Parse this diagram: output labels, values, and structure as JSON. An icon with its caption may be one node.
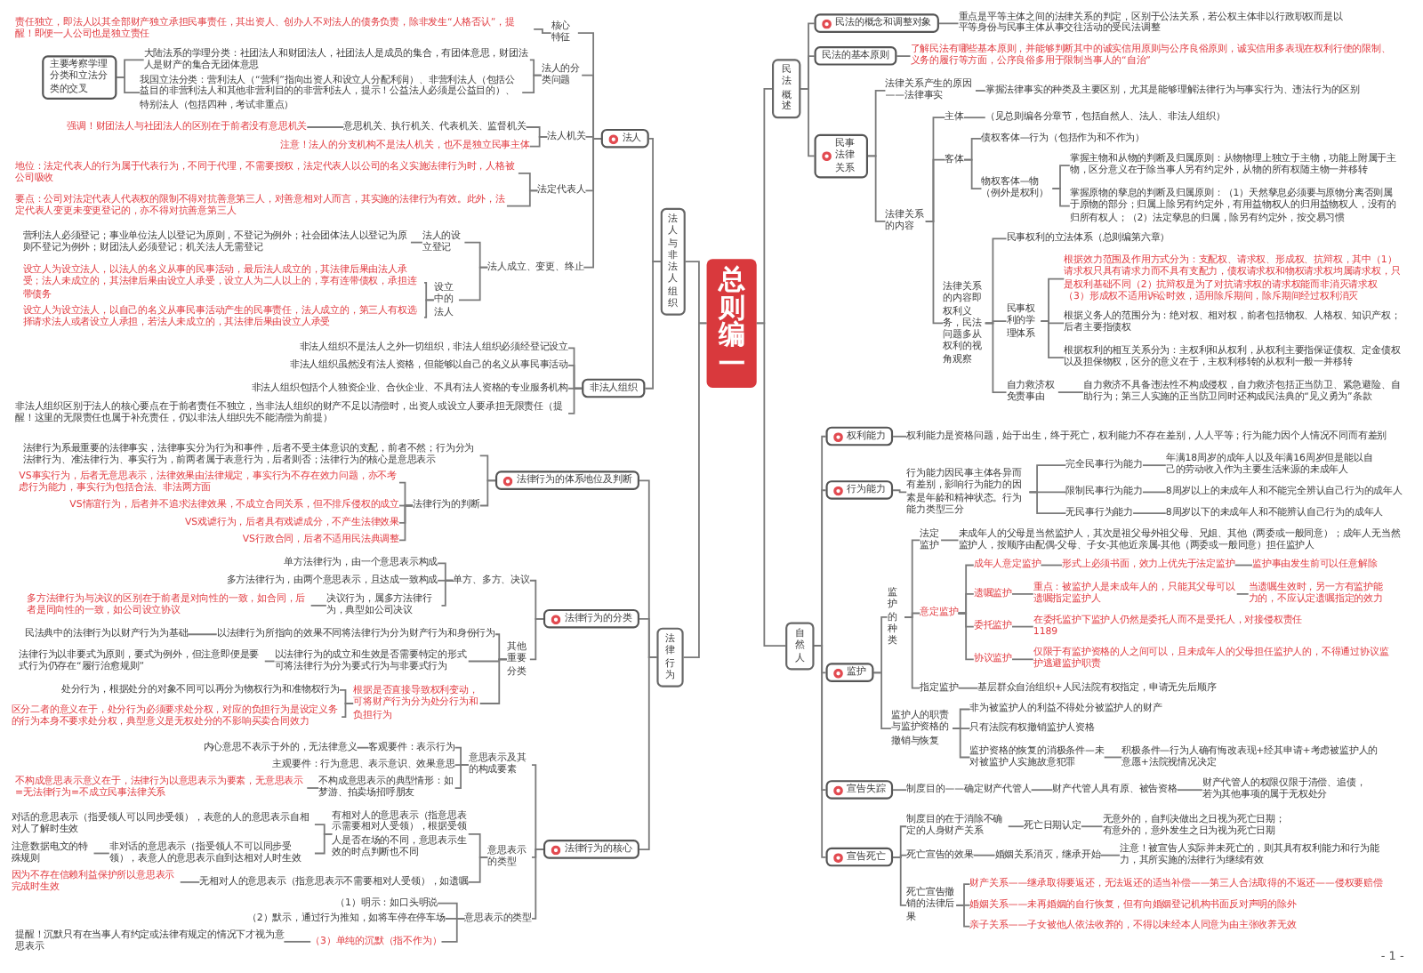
{
  "diagram": {
    "nodes": [
      {
        "text": [
          "总则编一"
        ]
      },
      {
        "text": [
          "民法概述"
        ]
      },
      {
        "text": [
          "民法的概念和调整对象"
        ]
      },
      {
        "text": [
          "重点是平等主体之间的法律关系的判定，区别于公法关系，若公权主体非以行政职权而是以平等身份与民事主体从事交往活动的受民法调整"
        ]
      },
      {
        "text": [
          "民法的基本原则"
        ]
      },
      {
        "text": [
          "了解民法有哪些基本原则，并能够判断其中的诚实信用原则与公序良俗原则，诚实信用多表现在权利行使的限制、义务的履行等方面，公序良俗多用于限制当事人的“自治”"
        ]
      },
      {
        "text": [
          "民事法律关系"
        ]
      },
      {
        "text": [
          "法律关系产生的原因——法律事实"
        ]
      },
      {
        "text": [
          "掌握法律事实的种类及主要区别，尤其是能够理解法律行为与事实行为、违法行为的区别"
        ]
      },
      {
        "text": [
          "法律关系的内容"
        ]
      },
      {
        "text": [
          "主体"
        ]
      },
      {
        "text": [
          "（见总则编各分章节，包括自然人、法人、非法人组织）"
        ]
      },
      {
        "text": [
          "客体"
        ]
      },
      {
        "text": [
          "债权客体—行为（包括作为和不作为）"
        ]
      },
      {
        "text": [
          "物权客体—物（例外是权利）"
        ]
      },
      {
        "text": [
          "掌握主物和从物的判断及归属原则：从物物理上独立于主物，功能上附属于主物，区分意义在于除当事人另有约定外，从物的所有权随主物一并移转"
        ]
      },
      {
        "text": [
          "掌握原物的孳息的判断及归属原则：（1）天然孳息必须要与原物分离否则属于原物的部分；归属上除另有约定外，有用益物权人的归用益物权人，没有的归所有权人；（2）法定孳息的归属，除另有约定外，按交易习惯"
        ]
      },
      {
        "text": [
          "法律关系的内容即权利义务，民法问题多从权利的视角观察"
        ]
      },
      {
        "text": [
          "民事权利的立法体系（总则编第六章）"
        ]
      },
      {
        "text": [
          "民事权利的学理体系"
        ]
      },
      {
        "text": [
          "根据效力范围及作用方式分为：支配权、请求权、形成权、抗辩权，其中（1）请求权只具有请求力而不具有支配力，债权请求权和物权请求权均属请求权，只是权利基础不同（2）抗辩权是为了对抗请求权的请求权能而非消灭请求权（3）形成权不适用诉讼时效，适用除斥期间，除斥期间经过权利消灭"
        ]
      },
      {
        "text": [
          "根据义务人的范围分为：绝对权、相对权，前者包括物权、人格权、知识产权；后者主要指债权"
        ]
      },
      {
        "text": [
          "根据权利的相互关系分为：主权利和从权利，从权利主要指保证债权、定金债权以及担保物权，区分的意义在于，主权利移转的从权利一般一并移转"
        ]
      },
      {
        "text": [
          "自力救济权免责事由"
        ]
      },
      {
        "text": [
          "自力救济不具备违法性不构成侵权，自力救济包括正当防卫、紧急避险、自助行为；第三人实施的正当防卫同时还构成民法典的“见义勇为”条款"
        ]
      },
      {
        "text": [
          "自然人"
        ]
      },
      {
        "text": [
          "权利能力"
        ]
      },
      {
        "text": [
          "权利能力是资格问题，始于出生，终于死亡，权利能力不存在差别，人人平等；行为能力因个人情况不同而有差别"
        ]
      },
      {
        "text": [
          "行为能力"
        ]
      },
      {
        "text": [
          "行为能力因民事主体各异而有差别，影响行为能力的因素是年龄和精神状态。行为能力类型三分"
        ]
      },
      {
        "text": [
          "完全民事行为能力"
        ]
      },
      {
        "text": [
          "年满18周岁的成年人以及年满16周岁但是能以自己的劳动收入作为主要生活来源的未成年人"
        ]
      },
      {
        "text": [
          "限制民事行为能力"
        ]
      },
      {
        "text": [
          "8周岁以上的未成年人和不能完全辨认自己行为的成年人"
        ]
      },
      {
        "text": [
          "无民事行为能力"
        ]
      },
      {
        "text": [
          "8周岁以下的未成年人和不能辨认自己行为的成年人"
        ]
      },
      {
        "text": [
          "监护"
        ]
      },
      {
        "text": [
          "监护的种类"
        ]
      },
      {
        "text": [
          "法定监护"
        ]
      },
      {
        "text": [
          "未成年人的父母是当然监护人，其次是祖父母外祖父母、兄姐、其他（两委或一般同意）；成年人无当然监护人，按顺序由配偶-父母、子女-其他近亲属-其他（两委或一般同意）担任监护人"
        ]
      },
      {
        "text": [
          "意定监护"
        ]
      },
      {
        "text": [
          "成年人意定监护"
        ]
      },
      {
        "text": [
          "形式上必须书面，效力上优先于法定监护"
        ]
      },
      {
        "text": [
          "监护事由发生前可以任意解除"
        ]
      },
      {
        "text": [
          "遗嘱监护"
        ]
      },
      {
        "text": [
          "重点：被监护人是未成年人的，只能其父母可以遗嘱指定监护人"
        ]
      },
      {
        "text": [
          "当遗嘱生效时，另一方有监护能力的，不应认定遗嘱指定的效力"
        ]
      },
      {
        "text": [
          "委托监护"
        ]
      },
      {
        "text": [
          "在委托监护下监护人仍然是委托人而不是受托人，对接侵权责任1189"
        ]
      },
      {
        "text": [
          "协议监护"
        ]
      },
      {
        "text": [
          "仅限于有监护资格的人之间可以，且未成年人的父母担任监护人的，不得通过协议监护逃避监护职责"
        ]
      },
      {
        "text": [
          "指定监护"
        ]
      },
      {
        "text": [
          "基层群众自治组织+人民法院有权指定，申请无先后顺序"
        ]
      },
      {
        "text": [
          "监护人的职责与监护资格的撤销与恢复"
        ]
      },
      {
        "text": [
          "非为被监护人的利益不得处分被监护人的财产"
        ]
      },
      {
        "text": [
          "只有法院有权撤销监护人资格"
        ]
      },
      {
        "text": [
          "监护资格的恢复的消极条件—未对被监护人实施故意犯罪"
        ]
      },
      {
        "text": [
          "积极条件—行为人确有悔改表现+经其申请+考虑被监护人的意愿+法院视情况决定"
        ]
      },
      {
        "text": [
          "宣告失踪"
        ]
      },
      {
        "text": [
          "制度目的——确定财产代管人"
        ]
      },
      {
        "text": [
          "财产代管人具有原、被告资格"
        ]
      },
      {
        "text": [
          "财产代管人的权限仅限于清偿、追债，若为其他事项的属于无权处分"
        ]
      },
      {
        "text": [
          "宣告死亡"
        ]
      },
      {
        "text": [
          "制度目的在于消除不确定的人身财产关系"
        ]
      },
      {
        "text": [
          "死亡日期认定"
        ]
      },
      {
        "text": [
          "无意外的，自判决做出之日视为死亡日期；有意外的，意外发生之日为视为死亡日期"
        ]
      },
      {
        "text": [
          "死亡宣告的效果"
        ]
      },
      {
        "text": [
          "婚姻关系消灭，继承开始"
        ]
      },
      {
        "text": [
          "注意！被宣告人实际并未死亡的，则其具有权利能力和行为能力，其所实施的法律行为继续有效"
        ]
      },
      {
        "text": [
          "死亡宣告撤销的法律后果"
        ]
      },
      {
        "text": [
          "财产关系——继承取得要返还，无法返还的适当补偿——第三人合法取得的不返还——侵权要赔偿"
        ]
      },
      {
        "text": [
          "婚姻关系——未再婚姻的自行恢复，但有向婚姻登记机构书面反对声明的除外"
        ]
      },
      {
        "text": [
          "亲子关系——子女被他人依法收养的，不得以未经本人同意为由主张收养无效"
        ]
      },
      {
        "text": [
          "法人与非法人组织"
        ]
      },
      {
        "text": [
          "法人"
        ]
      },
      {
        "text": [
          "核心特征"
        ]
      },
      {
        "text": [
          "责任独立，即法人以其全部财产独立承担民事责任，其出资人、创办人不对法人的债务负责，除非发生“人格否认”，提醒！即便一人公司也是独立责任"
        ]
      },
      {
        "text": [
          "法人的分类问题"
        ]
      },
      {
        "text": [
          "大陆法系的学理分类：社团法人和财团法人，社团法人是成员的集合，有团体意思，财团法人是财产的集合无团体意思"
        ]
      },
      {
        "text": [
          "我国立法分类：营利法人（“营利”指向出资人和设立人分配利润）、非营利法人（包括公益目的非营利法人和其他非营利目的的非营利法人，提示！公益法人必须是公益目的）、特别法人（包括四种，考试非重点）"
        ]
      },
      {
        "text": [
          "主要考察学理分类和立法分类的交叉"
        ]
      },
      {
        "text": [
          "法人机关"
        ]
      },
      {
        "text": [
          "意思机关、执行机关、代表机关、监督机关"
        ]
      },
      {
        "text": [
          "强调！财团法人与社团法人的区别在于前者没有意思机关"
        ]
      },
      {
        "text": [
          "注意！法人的分支机构不是法人机关，也不是独立民事主体"
        ]
      },
      {
        "text": [
          "法定代表人"
        ]
      },
      {
        "text": [
          "地位：法定代表人的行为属于代表行为，不同于代理，不需要授权，法定代表人以公司的名义实施法律行为时，人格被公司吸收"
        ]
      },
      {
        "text": [
          "要点：公司对法定代表人代表权的限制不得对抗善意第三人，对善意相对人而言，其实施的法律行为有效。此外，法定代表人变更未变更登记的，亦不得对抗善意第三人"
        ]
      },
      {
        "text": [
          "法人成立、变更、终止"
        ]
      },
      {
        "text": [
          "法人的设立登记"
        ]
      },
      {
        "text": [
          "营利法人必须登记；事业单位法人以登记为原则，不登记为例外；社会团体法人以登记为原则不登记为例外；财团法人必须登记；机关法人无需登记"
        ]
      },
      {
        "text": [
          "设立中的法人"
        ]
      },
      {
        "text": [
          "设立人为设立法人，以法人的名义从事的民事活动，最后法人成立的，其法律后果由法人承受；法人未成立的，其法律后果由设立人承受，设立人为二人以上的，享有连带债权，承担连带债务"
        ]
      },
      {
        "text": [
          "设立人为设立法人，以自己的名义从事民事活动产生的民事责任，法人成立的，第三人有权选择请求法人或者设立人承担，若法人未成立的，其法律后果由设立人承受"
        ]
      },
      {
        "text": [
          "非法人组织"
        ]
      },
      {
        "text": [
          "非法人组织不是法人之外一切组织，非法人组织必须经登记设立"
        ]
      },
      {
        "text": [
          "非法人组织虽然没有法人资格，但能够以自己的名义从事民事活动"
        ]
      },
      {
        "text": [
          "非法人组织包括个人独资企业、合伙企业、不具有法人资格的专业服务机构"
        ]
      },
      {
        "text": [
          "非法人组织区别于法人的核心要点在于前者责任不独立，当非法人组织的财产不足以清偿时，出资人或设立人要承担无限责任（提醒！这里的无限责任也属于补充责任，仍以非法人组织先不能清偿为前提）"
        ]
      },
      {
        "text": [
          "法律行为"
        ]
      },
      {
        "text": [
          "法律行为的体系地位及判断"
        ]
      },
      {
        "text": [
          "法律行为系最重要的法律事实，法律事实分为行为和事件，后者不受主体意识的支配，前者不然；行为分为法律行为、准法律行为、事实行为，前两者属于表意行为，后者则否；法律行为的核心是意思表示"
        ]
      },
      {
        "text": [
          "法律行为的判断"
        ]
      },
      {
        "text": [
          "VS事实行为，后者无意思表示，法律效果由法律规定，事实行为不存在效力问题，亦不考虑行为能力，事实行为包括合法、非法两方面"
        ]
      },
      {
        "text": [
          "VS情谊行为，后者并不追求法律效果，不成立合同关系，但不排斥侵权的成立"
        ]
      },
      {
        "text": [
          "VS戏谑行为，后者具有戏谑成分，不产生法律效果"
        ]
      },
      {
        "text": [
          "VS行政合同，后者不适用民法典调整"
        ]
      },
      {
        "text": [
          "法律行为的分类"
        ]
      },
      {
        "text": [
          "单方、多方、决议"
        ]
      },
      {
        "text": [
          "单方法律行为，由一个意思表示构成"
        ]
      },
      {
        "text": [
          "多方法律行为，由两个意思表示，且达成一致构成"
        ]
      },
      {
        "text": [
          "决议行为，属多方法律行为，典型如公司决议"
        ]
      },
      {
        "text": [
          "多方法律行为与决议的区别在于前者是对向性的一致，如合同，后者是同向性的一致，如公司设立协议"
        ]
      },
      {
        "text": [
          "其他重要分类"
        ]
      },
      {
        "text": [
          "民法典中的法律行为以财产行为为基础"
        ]
      },
      {
        "text": [
          "以法律行为所指向的效果不同将法律行为分为财产行为和身份行为"
        ]
      },
      {
        "text": [
          "法律行为以非要式为原则，要式为例外，但注意即便是要式行为仍存在“履行治愈规则”"
        ]
      },
      {
        "text": [
          "以法律行为的成立和生效是否需要特定的形式可将法律行为分为要式行为与非要式行为"
        ]
      },
      {
        "text": [
          "处分行为，根据处分的对象不同可以再分为物权行为和准物权行为"
        ]
      },
      {
        "text": [
          "区分二者的意义在于，处分行为必须要求处分权，对应的负担行为是设定义务的行为本身不要求处分权，典型意义是无权处分的不影响买卖合同效力"
        ]
      },
      {
        "text": [
          "根据是否直接导致权利变动，可将财产行为分为处分行为和负担行为"
        ]
      },
      {
        "text": [
          "法律行为的核心"
        ]
      },
      {
        "text": [
          "意思表示及其的构成要素"
        ]
      },
      {
        "text": [
          "内心意思不表示于外的，无法律意义"
        ]
      },
      {
        "text": [
          "客观要件：表示行为"
        ]
      },
      {
        "text": [
          "主观要件：行为意思、表示意识、效果意思"
        ]
      },
      {
        "text": [
          "不构成意思表示意义在于，法律行为以意思表示为要素，无意思表示=无法律行为=不成立民事法律关系"
        ]
      },
      {
        "text": [
          "不构成意思表示的典型情形：如梦游、拍卖场招呼朋友"
        ]
      },
      {
        "text": [
          "对话的意思表示（指受领人可以同步受领），表意的人的意思表示自相对人了解时生效"
        ]
      },
      {
        "text": [
          "注意数据电文的特殊规则"
        ]
      },
      {
        "text": [
          "非对话的意思表示（指受领人不可以同步受领），表意人的意思表示自到达相对人时生效"
        ]
      },
      {
        "text": [
          "有相对人的意思表示（指意思表示需要相对人受领），根据受领人是否在场的不同，意思表示生效的时点判断也不同"
        ]
      },
      {
        "text": [
          "因为不存在信赖利益保护所以意思表示完成时生效"
        ]
      },
      {
        "text": [
          "无相对人的意思表示（指意思表示不需要相对人受领），如遗嘱"
        ]
      },
      {
        "text": [
          "意思表示的类型"
        ]
      },
      {
        "text": [
          "（1）明示：如口头明说"
        ]
      },
      {
        "text": [
          "（2）默示，通过行为推知，如将车停在停车场"
        ]
      },
      {
        "text": [
          "提醒！沉默只有在当事人有约定或法律有规定的情况下才视为意思表示"
        ]
      },
      {
        "text": [
          "（3）单纯的沉默（指不作为）"
        ]
      },
      {
        "text": [
          "意思表示的类型"
        ]
      }
    ],
    "edges": [
      {
        "from": 0,
        "to": 1,
        "arrow": "none"
      },
      {
        "from": 1,
        "to": 2,
        "arrow": "none"
      },
      {
        "from": 2,
        "to": 3,
        "arrow": "none"
      },
      {
        "from": 1,
        "to": 4,
        "arrow": "none"
      },
      {
        "from": 4,
        "to": 5,
        "arrow": "none"
      },
      {
        "from": 1,
        "to": 6,
        "arrow": "none"
      },
      {
        "from": 6,
        "to": 7,
        "arrow": "none"
      },
      {
        "from": 7,
        "to": 8,
        "arrow": "none"
      },
      {
        "from": 6,
        "to": 9,
        "arrow": "none"
      },
      {
        "from": 9,
        "to": 10,
        "arrow": "none"
      },
      {
        "from": 10,
        "to": 11,
        "arrow": "none"
      },
      {
        "from": 9,
        "to": 12,
        "arrow": "none"
      },
      {
        "from": 12,
        "to": 13,
        "arrow": "none"
      },
      {
        "from": 12,
        "to": 14,
        "arrow": "none"
      },
      {
        "from": 14,
        "to": 15,
        "arrow": "none"
      },
      {
        "from": 14,
        "to": 16,
        "arrow": "none"
      },
      {
        "from": 9,
        "to": 17,
        "arrow": "none"
      },
      {
        "from": 17,
        "to": 18,
        "arrow": "none"
      },
      {
        "from": 17,
        "to": 19,
        "arrow": "none"
      },
      {
        "from": 19,
        "to": 20,
        "arrow": "none"
      },
      {
        "from": 19,
        "to": 21,
        "arrow": "none"
      },
      {
        "from": 19,
        "to": 22,
        "arrow": "none"
      },
      {
        "from": 17,
        "to": 23,
        "arrow": "none"
      },
      {
        "from": 23,
        "to": 24,
        "arrow": "none"
      },
      {
        "from": 0,
        "to": 25,
        "arrow": "none"
      },
      {
        "from": 25,
        "to": 26,
        "arrow": "none"
      },
      {
        "from": 26,
        "to": 27,
        "arrow": "none"
      },
      {
        "from": 25,
        "to": 28,
        "arrow": "none"
      },
      {
        "from": 28,
        "to": 29,
        "arrow": "none"
      },
      {
        "from": 29,
        "to": 30,
        "arrow": "none"
      },
      {
        "from": 30,
        "to": 31,
        "arrow": "none"
      },
      {
        "from": 29,
        "to": 32,
        "arrow": "none"
      },
      {
        "from": 32,
        "to": 33,
        "arrow": "none"
      },
      {
        "from": 29,
        "to": 34,
        "arrow": "none"
      },
      {
        "from": 34,
        "to": 35,
        "arrow": "none"
      },
      {
        "from": 25,
        "to": 36,
        "arrow": "none"
      },
      {
        "from": 36,
        "to": 37,
        "arrow": "none"
      },
      {
        "from": 37,
        "to": 38,
        "arrow": "none"
      },
      {
        "from": 38,
        "to": 39,
        "arrow": "none"
      },
      {
        "from": 37,
        "to": 40,
        "arrow": "none"
      },
      {
        "from": 40,
        "to": 41,
        "arrow": "none"
      },
      {
        "from": 41,
        "to": 42,
        "arrow": "none"
      },
      {
        "from": 42,
        "to": 43,
        "arrow": "none"
      },
      {
        "from": 40,
        "to": 44,
        "arrow": "none"
      },
      {
        "from": 44,
        "to": 45,
        "arrow": "none"
      },
      {
        "from": 45,
        "to": 46,
        "arrow": "none"
      },
      {
        "from": 40,
        "to": 47,
        "arrow": "none"
      },
      {
        "from": 47,
        "to": 48,
        "arrow": "none"
      },
      {
        "from": 40,
        "to": 49,
        "arrow": "none"
      },
      {
        "from": 49,
        "to": 50,
        "arrow": "none"
      },
      {
        "from": 37,
        "to": 51,
        "arrow": "none"
      },
      {
        "from": 51,
        "to": 52,
        "arrow": "none"
      },
      {
        "from": 36,
        "to": 53,
        "arrow": "none"
      },
      {
        "from": 53,
        "to": 54,
        "arrow": "none"
      },
      {
        "from": 53,
        "to": 55,
        "arrow": "none"
      },
      {
        "from": 53,
        "to": 56,
        "arrow": "none"
      },
      {
        "from": 56,
        "to": 57,
        "arrow": "none"
      },
      {
        "from": 25,
        "to": 58,
        "arrow": "none"
      },
      {
        "from": 58,
        "to": 59,
        "arrow": "none"
      },
      {
        "from": 59,
        "to": 60,
        "arrow": "none"
      },
      {
        "from": 60,
        "to": 61,
        "arrow": "none"
      },
      {
        "from": 25,
        "to": 62,
        "arrow": "none"
      },
      {
        "from": 62,
        "to": 63,
        "arrow": "none"
      },
      {
        "from": 63,
        "to": 64,
        "arrow": "none"
      },
      {
        "from": 64,
        "to": 65,
        "arrow": "none"
      },
      {
        "from": 62,
        "to": 66,
        "arrow": "none"
      },
      {
        "from": 66,
        "to": 67,
        "arrow": "none"
      },
      {
        "from": 67,
        "to": 68,
        "arrow": "none"
      },
      {
        "from": 62,
        "to": 69,
        "arrow": "none"
      },
      {
        "from": 69,
        "to": 70,
        "arrow": "none"
      },
      {
        "from": 69,
        "to": 71,
        "arrow": "none"
      },
      {
        "from": 69,
        "to": 72,
        "arrow": "none"
      },
      {
        "from": 73,
        "to": 0,
        "arrow": "none"
      },
      {
        "from": 74,
        "to": 73,
        "arrow": "none"
      },
      {
        "from": 75,
        "to": 74,
        "arrow": "none"
      },
      {
        "from": 76,
        "to": 75,
        "arrow": "none"
      },
      {
        "from": 77,
        "to": 74,
        "arrow": "none"
      },
      {
        "from": 78,
        "to": 77,
        "arrow": "none"
      },
      {
        "from": 79,
        "to": 77,
        "arrow": "none"
      },
      {
        "from": 80,
        "to": 78,
        "arrow": "none"
      },
      {
        "from": 80,
        "to": 79,
        "arrow": "none"
      },
      {
        "from": 81,
        "to": 74,
        "arrow": "none"
      },
      {
        "from": 82,
        "to": 81,
        "arrow": "none"
      },
      {
        "from": 83,
        "to": 82,
        "arrow": "none"
      },
      {
        "from": 84,
        "to": 81,
        "arrow": "none"
      },
      {
        "from": 85,
        "to": 74,
        "arrow": "none"
      },
      {
        "from": 86,
        "to": 85,
        "arrow": "none"
      },
      {
        "from": 87,
        "to": 85,
        "arrow": "none"
      },
      {
        "from": 88,
        "to": 74,
        "arrow": "none"
      },
      {
        "from": 89,
        "to": 88,
        "arrow": "none"
      },
      {
        "from": 90,
        "to": 89,
        "arrow": "none"
      },
      {
        "from": 91,
        "to": 88,
        "arrow": "none"
      },
      {
        "from": 92,
        "to": 91,
        "arrow": "none"
      },
      {
        "from": 93,
        "to": 91,
        "arrow": "none"
      },
      {
        "from": 94,
        "to": 73,
        "arrow": "none"
      },
      {
        "from": 95,
        "to": 94,
        "arrow": "none"
      },
      {
        "from": 96,
        "to": 94,
        "arrow": "none"
      },
      {
        "from": 97,
        "to": 94,
        "arrow": "none"
      },
      {
        "from": 98,
        "to": 94,
        "arrow": "none"
      },
      {
        "from": 99,
        "to": 0,
        "arrow": "none"
      },
      {
        "from": 100,
        "to": 99,
        "arrow": "none"
      },
      {
        "from": 101,
        "to": 100,
        "arrow": "none"
      },
      {
        "from": 102,
        "to": 100,
        "arrow": "none"
      },
      {
        "from": 103,
        "to": 102,
        "arrow": "none"
      },
      {
        "from": 104,
        "to": 102,
        "arrow": "none"
      },
      {
        "from": 105,
        "to": 102,
        "arrow": "none"
      },
      {
        "from": 106,
        "to": 102,
        "arrow": "none"
      },
      {
        "from": 107,
        "to": 99,
        "arrow": "none"
      },
      {
        "from": 108,
        "to": 107,
        "arrow": "none"
      },
      {
        "from": 109,
        "to": 108,
        "arrow": "none"
      },
      {
        "from": 110,
        "to": 108,
        "arrow": "none"
      },
      {
        "from": 111,
        "to": 108,
        "arrow": "none"
      },
      {
        "from": 112,
        "to": 111,
        "arrow": "none"
      },
      {
        "from": 113,
        "to": 107,
        "arrow": "none"
      },
      {
        "from": 115,
        "to": 113,
        "arrow": "none"
      },
      {
        "from": 114,
        "to": 115,
        "arrow": "none"
      },
      {
        "from": 117,
        "to": 113,
        "arrow": "none"
      },
      {
        "from": 116,
        "to": 117,
        "arrow": "none"
      },
      {
        "from": 120,
        "to": 113,
        "arrow": "none"
      },
      {
        "from": 118,
        "to": 120,
        "arrow": "none"
      },
      {
        "from": 119,
        "to": 120,
        "arrow": "none"
      },
      {
        "from": 121,
        "to": 99,
        "arrow": "none"
      },
      {
        "from": 122,
        "to": 121,
        "arrow": "none"
      },
      {
        "from": 124,
        "to": 122,
        "arrow": "none"
      },
      {
        "from": 123,
        "to": 124,
        "arrow": "none"
      },
      {
        "from": 125,
        "to": 122,
        "arrow": "none"
      },
      {
        "from": 127,
        "to": 122,
        "arrow": "none"
      },
      {
        "from": 126,
        "to": 127,
        "arrow": "none"
      },
      {
        "from": 134,
        "to": 121,
        "arrow": "none"
      },
      {
        "from": 131,
        "to": 134,
        "arrow": "none"
      },
      {
        "from": 128,
        "to": 131,
        "arrow": "none"
      },
      {
        "from": 130,
        "to": 131,
        "arrow": "none"
      },
      {
        "from": 129,
        "to": 130,
        "arrow": "none"
      },
      {
        "from": 133,
        "to": 134,
        "arrow": "none"
      },
      {
        "from": 132,
        "to": 133,
        "arrow": "none"
      },
      {
        "from": 139,
        "to": 121,
        "arrow": "none"
      },
      {
        "from": 135,
        "to": 139,
        "arrow": "none"
      },
      {
        "from": 136,
        "to": 139,
        "arrow": "none"
      },
      {
        "from": 138,
        "to": 139,
        "arrow": "none"
      },
      {
        "from": 137,
        "to": 138,
        "arrow": "none"
      }
    ],
    "labels": [
      "- 1 -"
    ]
  }
}
